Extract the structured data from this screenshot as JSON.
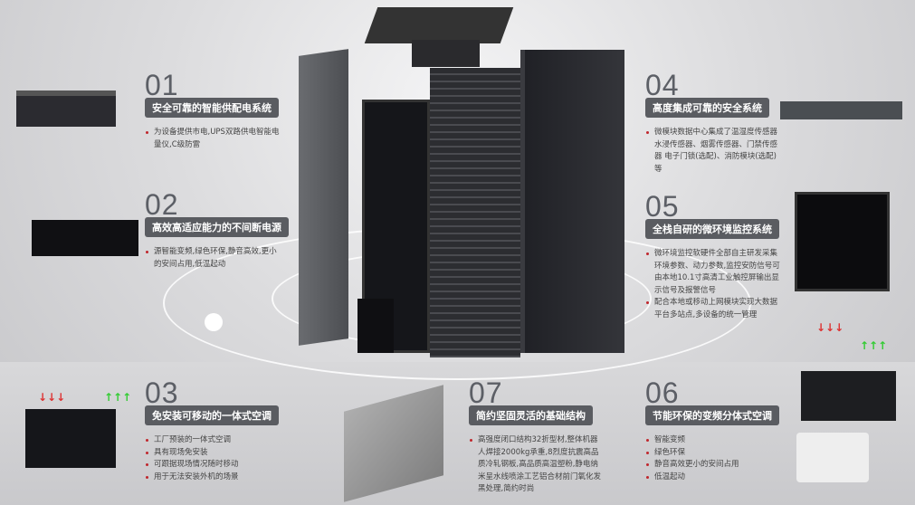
{
  "sections": [
    {
      "num": "01",
      "title": "安全可靠的智能供配电系统",
      "bullets": [
        "为设备提供市电,UPS双路供电智能电量仪,C级防雷"
      ]
    },
    {
      "num": "02",
      "title": "高效高适应能力的不间断电源",
      "bullets": [
        "源智能变频,绿色环保,静音高效,更小的安间占用,低温起动"
      ]
    },
    {
      "num": "03",
      "title": "免安装可移动的一体式空调",
      "bullets": [
        "工厂预装的一体式空调",
        "具有现场免安装",
        "可跟据现场情况随时移动",
        "用于无法安装外机的场景"
      ]
    },
    {
      "num": "04",
      "title": "高度集成可靠的安全系统",
      "bullets": [
        "微模块数据中心集成了温湿度传感器水浸传感器、烟雾传感器、门禁传感器 电子门锁(选配)、消防模块(选配)等"
      ]
    },
    {
      "num": "05",
      "title": "全栈自研的微环境监控系统",
      "bullets": [
        "微环境监控软硬件全部自主研发采集环境参数、动力参数,监控安防信号可由本地10.1寸高清工业触控屏输出显示信号及报警信号",
        "配合本地或移动上网模块实现大数据平台多站点,多设备的统一管理"
      ]
    },
    {
      "num": "07",
      "title": "简约坚固灵活的基础结构",
      "bullets": [
        "高强度闭口结构32折型材,整体机器人焊接2000kg承重,8烈度抗震高品质冷轧钢板,高品质高温塑粉,静电纳米呈水线喷涂工艺铝合材前门氧化发黑处理,简约时尚"
      ]
    },
    {
      "num": "06",
      "title": "节能环保的变频分体式空调",
      "bullets": [
        "智能变频",
        "绿色环保",
        "静音高效更小的安间占用",
        "低温起动"
      ]
    }
  ],
  "colors": {
    "label_bg": "#5a5c61",
    "bullet": "#c0262c",
    "arrow_hot": "#d33",
    "arrow_cold": "#3c3"
  }
}
